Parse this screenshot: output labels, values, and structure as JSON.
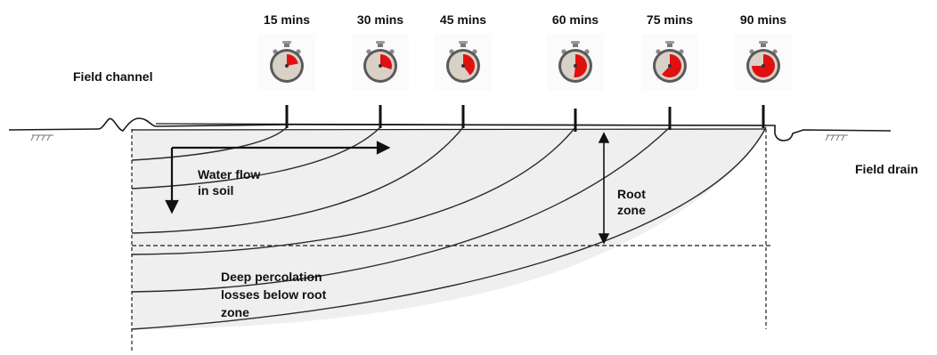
{
  "diagram": {
    "time_markers": [
      {
        "label": "15 mins",
        "fraction": 0.22
      },
      {
        "label": "30 mins",
        "fraction": 0.3
      },
      {
        "label": "45 mins",
        "fraction": 0.4
      },
      {
        "label": "60 mins",
        "fraction": 0.52
      },
      {
        "label": "75 mins",
        "fraction": 0.62
      },
      {
        "label": "90 mins",
        "fraction": 0.75
      }
    ],
    "labels": {
      "field_channel": "Field channel",
      "field_drain": "Field drain",
      "water_flow_line1": "Water flow",
      "water_flow_line2": "in soil",
      "root_zone_line1": "Root",
      "root_zone_line2": "zone",
      "deep_perc_line1": "Deep percolation",
      "deep_perc_line2": "losses below root",
      "deep_perc_line3": "zone"
    },
    "colors": {
      "soil_fill": "#efefef",
      "line": "#1a1a1a",
      "stopwatch_face": "#d9d0c6",
      "stopwatch_segment": "#e01010"
    },
    "icons": [
      "stopwatch-icon",
      "ground-hatch-icon"
    ]
  }
}
